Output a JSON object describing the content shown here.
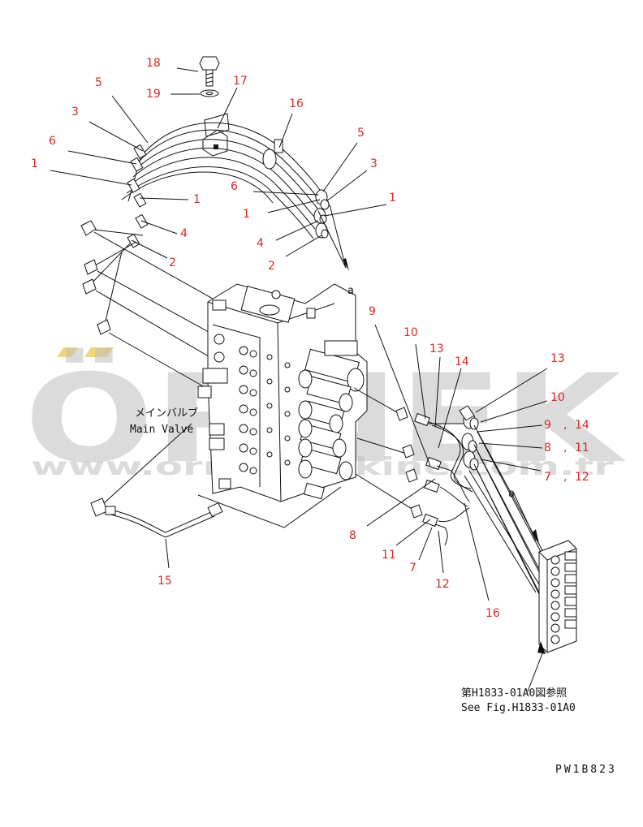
{
  "watermark": {
    "brand": "ÖRNEK",
    "url": "www.ornekmakine.com.tr",
    "brand_color": "#bfbfbf",
    "accent_color": "#f2d77a"
  },
  "callout_color": "#d42a2a",
  "callouts": [
    {
      "id": "c18",
      "text": "18"
    },
    {
      "id": "c19",
      "text": "19"
    },
    {
      "id": "c17",
      "text": "17"
    },
    {
      "id": "c5a",
      "text": "5"
    },
    {
      "id": "c3a",
      "text": "3"
    },
    {
      "id": "c6a",
      "text": "6"
    },
    {
      "id": "c1a",
      "text": "1"
    },
    {
      "id": "c1b",
      "text": "1"
    },
    {
      "id": "c4a",
      "text": "4"
    },
    {
      "id": "c2a",
      "text": "2"
    },
    {
      "id": "c16a",
      "text": "16"
    },
    {
      "id": "c5b",
      "text": "5"
    },
    {
      "id": "c3b",
      "text": "3"
    },
    {
      "id": "c6b",
      "text": "6"
    },
    {
      "id": "c1c",
      "text": "1"
    },
    {
      "id": "c1d",
      "text": "1"
    },
    {
      "id": "c4b",
      "text": "4"
    },
    {
      "id": "c2b",
      "text": "2"
    },
    {
      "id": "c9a",
      "text": "9"
    },
    {
      "id": "c10a",
      "text": "10"
    },
    {
      "id": "c13a",
      "text": "13"
    },
    {
      "id": "c14a",
      "text": "14"
    },
    {
      "id": "c13b",
      "text": "13"
    },
    {
      "id": "c10b",
      "text": "10"
    },
    {
      "id": "c9b",
      "text": "9"
    },
    {
      "id": "c14b",
      "text": "14"
    },
    {
      "id": "c8a",
      "text": "8"
    },
    {
      "id": "c11a",
      "text": "11"
    },
    {
      "id": "c7a",
      "text": "7"
    },
    {
      "id": "c12a",
      "text": "12"
    },
    {
      "id": "c8b",
      "text": "8"
    },
    {
      "id": "c11b",
      "text": "11"
    },
    {
      "id": "c7b",
      "text": "7"
    },
    {
      "id": "c12b",
      "text": "12"
    },
    {
      "id": "c16b",
      "text": "16"
    },
    {
      "id": "c15",
      "text": "15"
    }
  ],
  "commas": [
    ",",
    ",",
    ","
  ],
  "view_marks": {
    "upper": "a",
    "lower": "a"
  },
  "main_valve": {
    "jp": "メインバルブ",
    "en": "Main Valve"
  },
  "reference": {
    "jp": "第H1833-01A0図参照",
    "en": "See Fig.H1833-01A0"
  },
  "drawing_number": "PW1B823"
}
